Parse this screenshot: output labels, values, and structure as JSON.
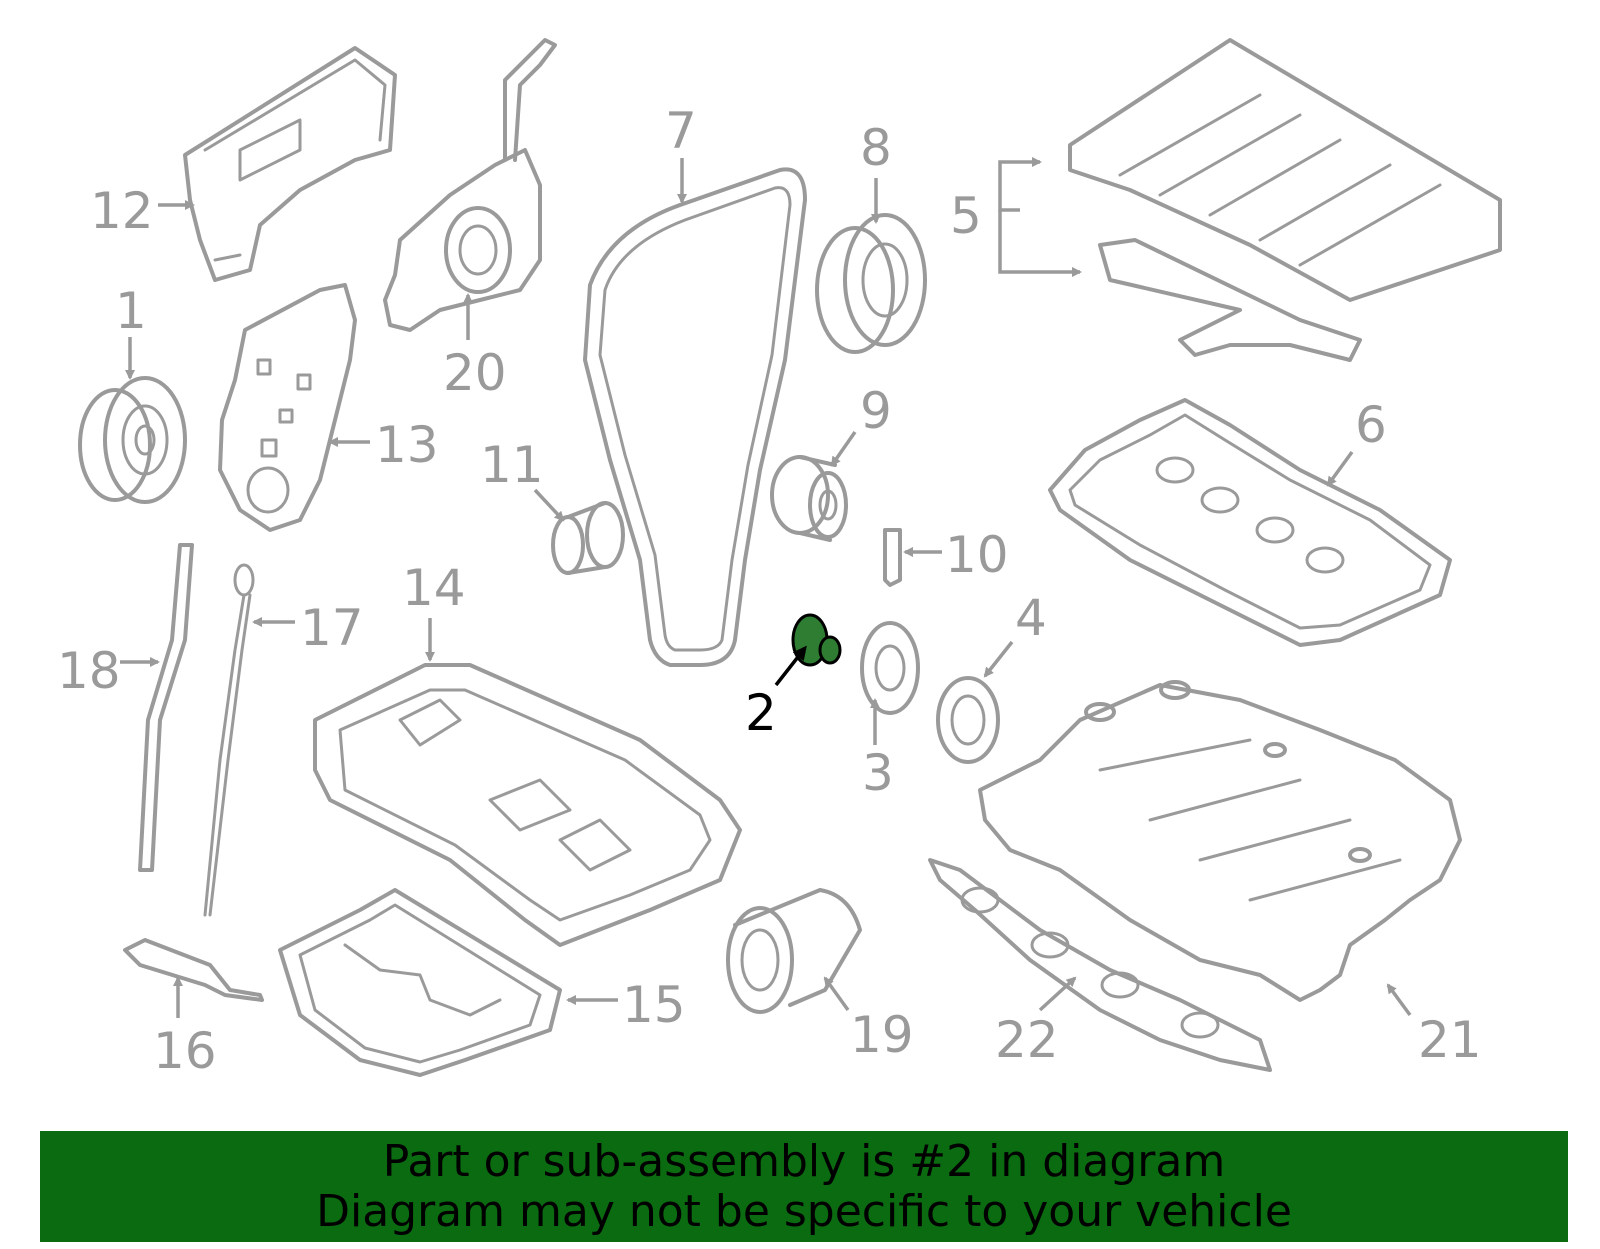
{
  "callouts": {
    "c1": "1",
    "c2": "2",
    "c3": "3",
    "c4": "4",
    "c5": "5",
    "c6": "6",
    "c7": "7",
    "c8": "8",
    "c9": "9",
    "c10": "10",
    "c11": "11",
    "c12": "12",
    "c13": "13",
    "c14": "14",
    "c15": "15",
    "c16": "16",
    "c17": "17",
    "c18": "18",
    "c19": "19",
    "c20": "20",
    "c21": "21",
    "c22": "22"
  },
  "highlight": {
    "part_number": "2",
    "color": "#0a6b10",
    "part_fill": "#2e7d32"
  },
  "banner": {
    "line1": "Part or sub-assembly is #2 in diagram",
    "line2": "Diagram may not be specific to your vehicle",
    "background": "#0a6b10"
  }
}
